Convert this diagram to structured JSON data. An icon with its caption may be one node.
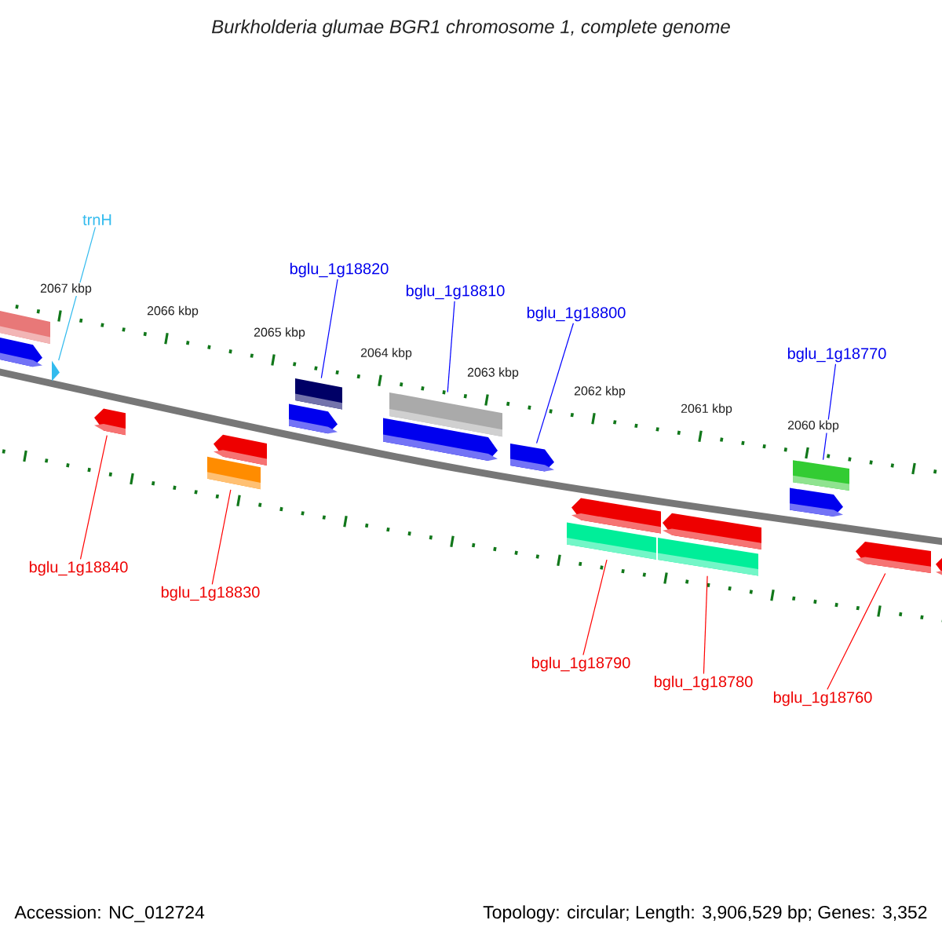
{
  "diagram": {
    "title": "Burkholderia glumae BGR1 chromosome 1, complete genome",
    "nodes": [
      {
        "text": [
          "trnH"
        ]
      },
      {
        "text": [
          "bglu_1g18820"
        ]
      },
      {
        "text": [
          "bglu_1g18810"
        ]
      },
      {
        "text": [
          "bglu_1g18800"
        ]
      },
      {
        "text": [
          "bglu_1g18770"
        ]
      },
      {
        "text": [
          "bglu_1g18840"
        ]
      },
      {
        "text": [
          "bglu_1g18830"
        ]
      },
      {
        "text": [
          "bglu_1g18790"
        ]
      },
      {
        "text": [
          "bglu_1g18780"
        ]
      },
      {
        "text": [
          "bglu_1g18760"
        ]
      },
      {
        "text": [],
        "shape": "box"
      },
      {
        "text": [],
        "shape": "block-arrow"
      },
      {
        "text": [],
        "shape": "triangle"
      },
      {
        "text": [],
        "shape": "block-arrow"
      },
      {
        "text": [],
        "shape": "box"
      },
      {
        "text": [],
        "shape": "block-arrow"
      },
      {
        "text": [],
        "shape": "block-arrow"
      },
      {
        "text": [],
        "shape": "box"
      },
      {
        "text": [],
        "shape": "block-arrow"
      },
      {
        "text": [],
        "shape": "box"
      },
      {
        "text": [],
        "shape": "block-arrow"
      },
      {
        "text": [],
        "shape": "box"
      },
      {
        "text": [],
        "shape": "block-arrow"
      },
      {
        "text": [],
        "shape": "box"
      },
      {
        "text": [],
        "shape": "block-arrow"
      },
      {
        "text": [],
        "shape": "block-arrow"
      },
      {
        "text": [],
        "shape": "box"
      },
      {
        "text": [],
        "shape": "block-arrow"
      },
      {
        "text": [],
        "shape": "block-arrow"
      }
    ],
    "edges": [
      {
        "from": 0,
        "to": 12,
        "arrow": "none",
        "color": "#33bbee"
      },
      {
        "from": 1,
        "to": 17,
        "arrow": "none",
        "color": "#0000ff"
      },
      {
        "from": 2,
        "to": 19,
        "arrow": "none",
        "color": "#0000ff"
      },
      {
        "from": 3,
        "to": 20,
        "arrow": "none",
        "color": "#0000ff"
      },
      {
        "from": 4,
        "to": 26,
        "arrow": "none",
        "color": "#0000ff"
      },
      {
        "from": 5,
        "to": 13,
        "arrow": "none",
        "color": "#ff0000"
      },
      {
        "from": 6,
        "to": 14,
        "arrow": "none",
        "color": "#ff0000"
      },
      {
        "from": 7,
        "to": 21,
        "arrow": "none",
        "color": "#ff0000"
      },
      {
        "from": 8,
        "to": 23,
        "arrow": "none",
        "color": "#ff0000"
      },
      {
        "from": 9,
        "to": 27,
        "arrow": "none",
        "color": "#ff0000"
      }
    ],
    "labels": [
      "2067 kbp",
      "2066 kbp",
      "2065 kbp",
      "2064 kbp",
      "2063 kbp",
      "2062 kbp",
      "2061 kbp",
      "2060 kbp",
      "Accession: NC_012724",
      "Topology: circular; Length: 3,906,529 bp; Genes: 3,352"
    ]
  }
}
